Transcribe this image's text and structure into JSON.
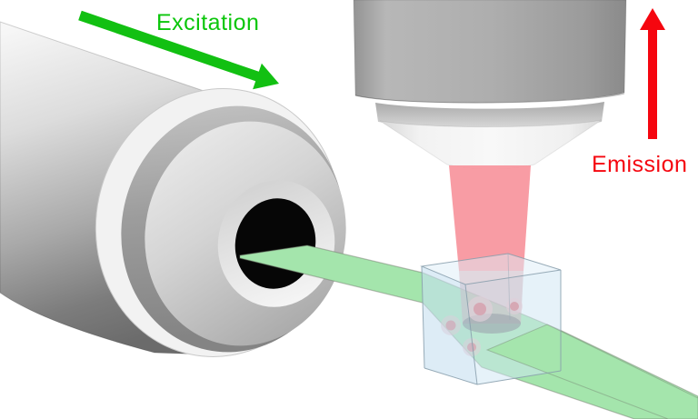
{
  "diagram": {
    "type": "light-sheet-microscopy-optical-setup",
    "labels": {
      "excitation": {
        "text": "Excitation",
        "color": "#0BC60B"
      },
      "emission": {
        "text": "Emission",
        "color": "#F5060F"
      }
    },
    "arrows": {
      "excitation": {
        "direction": "down-right",
        "color": "#12C012"
      },
      "emission": {
        "direction": "up",
        "color": "#F5060F"
      }
    },
    "colors": {
      "excitation_beam": "#A4E5AC",
      "emission_beam": "#F7959D",
      "cuvette_glass": "#D2E6F4",
      "particle": "#DD6570",
      "particle_halo": "#F2B8BE",
      "metal_light": "#F2F2F2",
      "metal_dark": "#6E6E6E",
      "aperture": "#060606"
    },
    "components": [
      {
        "name": "illumination-objective",
        "position": "left"
      },
      {
        "name": "detection-objective",
        "position": "top"
      },
      {
        "name": "sample-cuvette",
        "position": "center-right"
      },
      {
        "name": "light-sheet-beam",
        "position": "diagonal"
      },
      {
        "name": "emission-cone",
        "position": "center"
      },
      {
        "name": "fluorescent-particles",
        "count": 4
      }
    ]
  }
}
